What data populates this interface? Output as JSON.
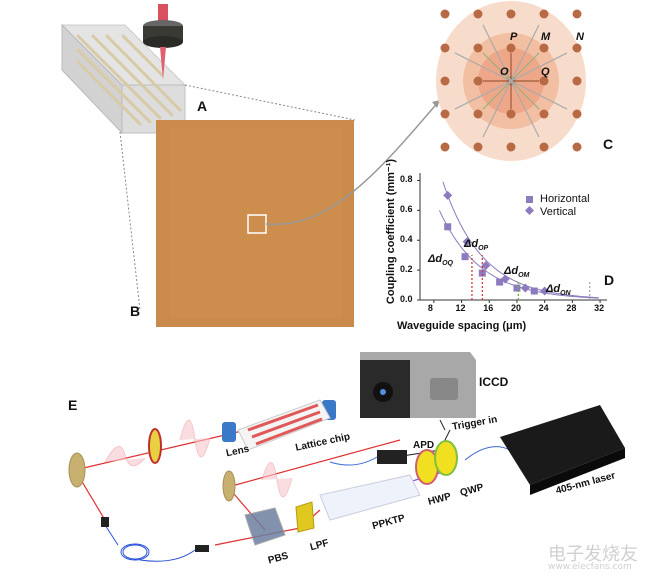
{
  "panels": {
    "A": "A",
    "B": "B",
    "C": "C",
    "D": "D",
    "E": "E"
  },
  "lattice": {
    "site_labels": [
      "P",
      "M",
      "N",
      "O",
      "Q"
    ]
  },
  "chart_data": {
    "type": "scatter",
    "title": "",
    "xlabel": "Waveguide spacing (μm)",
    "ylabel": "Coupling coefficient (mm⁻¹)",
    "xlim": [
      6,
      33
    ],
    "ylim": [
      0,
      0.85
    ],
    "xticks": [
      "8",
      "12",
      "16",
      "20",
      "24",
      "28",
      "32"
    ],
    "yticks": [
      "0.0",
      "0.2",
      "0.4",
      "0.6",
      "0.8"
    ],
    "grid": false,
    "legend_position": "top-right",
    "series": [
      {
        "name": "Horizontal",
        "marker": "square",
        "color": "#8c7bbf",
        "x": [
          10,
          12.5,
          15,
          17.5,
          20,
          22.5
        ],
        "y": [
          0.49,
          0.29,
          0.18,
          0.12,
          0.08,
          0.06
        ]
      },
      {
        "name": "Vertical",
        "marker": "diamond",
        "color": "#8c7bbf",
        "x": [
          10,
          12.8,
          15.5,
          18.3,
          21.2,
          24
        ],
        "y": [
          0.7,
          0.39,
          0.23,
          0.14,
          0.08,
          0.06
        ]
      }
    ],
    "annotations": [
      {
        "text": "Δd",
        "sub": "OQ",
        "x": 13.5,
        "line_color": "#d9383a"
      },
      {
        "text": "Δd",
        "sub": "OP",
        "x": 15,
        "line_color": "#d9383a"
      },
      {
        "text": "Δd",
        "sub": "OM",
        "x": 20.2,
        "line_color": "#5fb53a"
      },
      {
        "text": "Δd",
        "sub": "ON",
        "x": 30.5,
        "line_color": "#aaaaaa"
      }
    ]
  },
  "setup": {
    "labels": {
      "lens": "Lens",
      "lattice_chip": "Lattice chip",
      "iccd": "ICCD",
      "trigger": "Trigger in",
      "apd": "APD",
      "hwp": "HWP",
      "qwp": "QWP",
      "laser": "405-nm laser",
      "ppktp": "PPKTP",
      "lpf": "LPF",
      "pbs": "PBS"
    }
  },
  "watermark": {
    "cn": "电子发烧友",
    "url": "www.elecfans.com"
  }
}
